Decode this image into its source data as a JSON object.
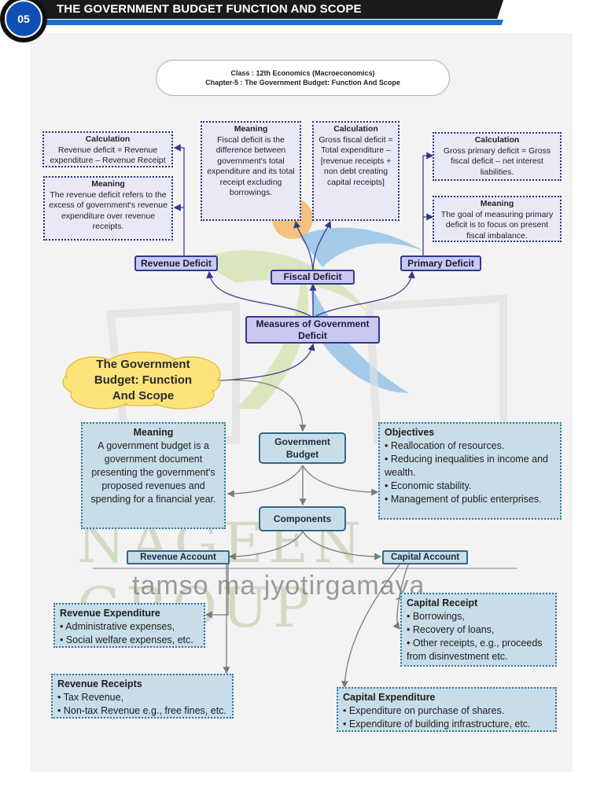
{
  "header": {
    "badge": "05",
    "title": "THE GOVERNMENT BUDGET FUNCTION AND SCOPE"
  },
  "class_info": {
    "line1": "Class : 12th Economics (Macroeconomics)",
    "line2": "Chapter-5 : The Government Budget: Function And Scope"
  },
  "revenue_deficit": {
    "label": "Revenue Deficit",
    "calc_title": "Calculation",
    "calc_text": "Revenue deficit = Revenue expenditure – Revenue Receipt",
    "meaning_title": "Meaning",
    "meaning_text": "The revenue deficit refers to the excess of government's revenue expenditure over revenue receipts."
  },
  "fiscal_deficit": {
    "label": "Fiscal Deficit",
    "meaning_title": "Meaning",
    "meaning_text": "Fiscal deficit is the difference between government's total expenditure and its total receipt excluding borrowings.",
    "calc_title": "Calculation",
    "calc_text": "Gross fiscal deficit = Total expenditure – [revenue receipts + non debt creating capital receipts]"
  },
  "primary_deficit": {
    "label": "Primary Deficit",
    "calc_title": "Calculation",
    "calc_text": "Gross primary deficit = Gross fiscal deficit – net interest liabilities.",
    "meaning_title": "Meaning",
    "meaning_text": "The goal of measuring primary deficit is to focus on present fiscal imbalance."
  },
  "measures": {
    "label": "Measures of Government Deficit"
  },
  "central": {
    "label": "The Government Budget: Function And Scope"
  },
  "meaning_box": {
    "title": "Meaning",
    "text": "A government budget is a government document presenting the government's proposed revenues and spending for a financial year."
  },
  "government_budget": {
    "label": "Government Budget"
  },
  "objectives": {
    "title": "Objectives",
    "items": [
      "• Reallocation of resources.",
      "• Reducing inequalities in income and wealth.",
      "• Economic stability.",
      "• Management of public enterprises."
    ]
  },
  "components": {
    "label": "Components"
  },
  "revenue_account": {
    "label": "Revenue Account"
  },
  "capital_account": {
    "label": "Capital Account"
  },
  "revenue_expenditure": {
    "title": "Revenue Expenditure",
    "items": [
      "• Administrative expenses,",
      "• Social welfare expenses, etc."
    ]
  },
  "revenue_receipts": {
    "title": "Revenue Receipts",
    "items": [
      "• Tax Revenue,",
      "• Non-tax Revenue e.g., free fines, etc."
    ]
  },
  "capital_receipt": {
    "title": "Capital Receipt",
    "items": [
      "• Borrowings,",
      "• Recovery of loans,",
      "• Other receipts, e.g., proceeds from disinvestment etc."
    ]
  },
  "capital_expenditure": {
    "title": "Capital Expenditure",
    "items": [
      "• Expenditure on purchase of shares.",
      "• Expenditure of building infrastructure, etc."
    ]
  },
  "watermark": {
    "brand": "NAGEEN GROUP",
    "tagline": "tamso ma jyotirgamaya"
  },
  "colors": {
    "header_bg": "#1b1b1b",
    "header_accent": "#1a73c9",
    "deficit_box_bg": "#e9e8f6",
    "deficit_border": "#28337a",
    "budget_box_bg": "#c9dde9",
    "cloud_fill": "#fbe37a"
  }
}
